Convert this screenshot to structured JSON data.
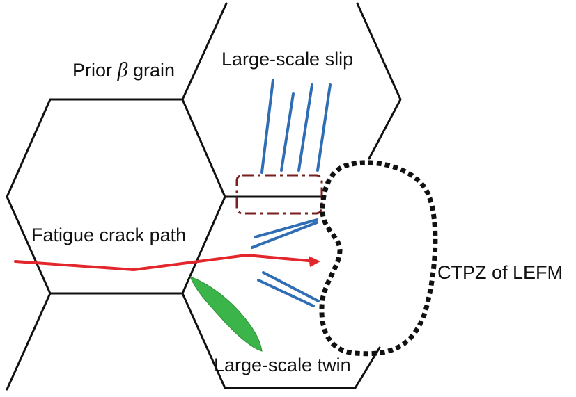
{
  "labels": {
    "prior_grain_prefix": "Prior",
    "prior_grain_symbol": "β",
    "prior_grain_suffix": "grain",
    "large_scale_slip": "Large-scale slip",
    "fatigue_crack_path": "Fatigue crack path",
    "ctpz": "CTPZ of LEFM",
    "large_scale_twin": "Large-scale twin"
  },
  "colors": {
    "grain_boundary": "#111111",
    "slip_lines": "#2f6db5",
    "crack_path": "#e3262b",
    "twin": "#3bb44a",
    "ctpz_outline": "#111111",
    "dash_box": "#7a1f1f"
  }
}
